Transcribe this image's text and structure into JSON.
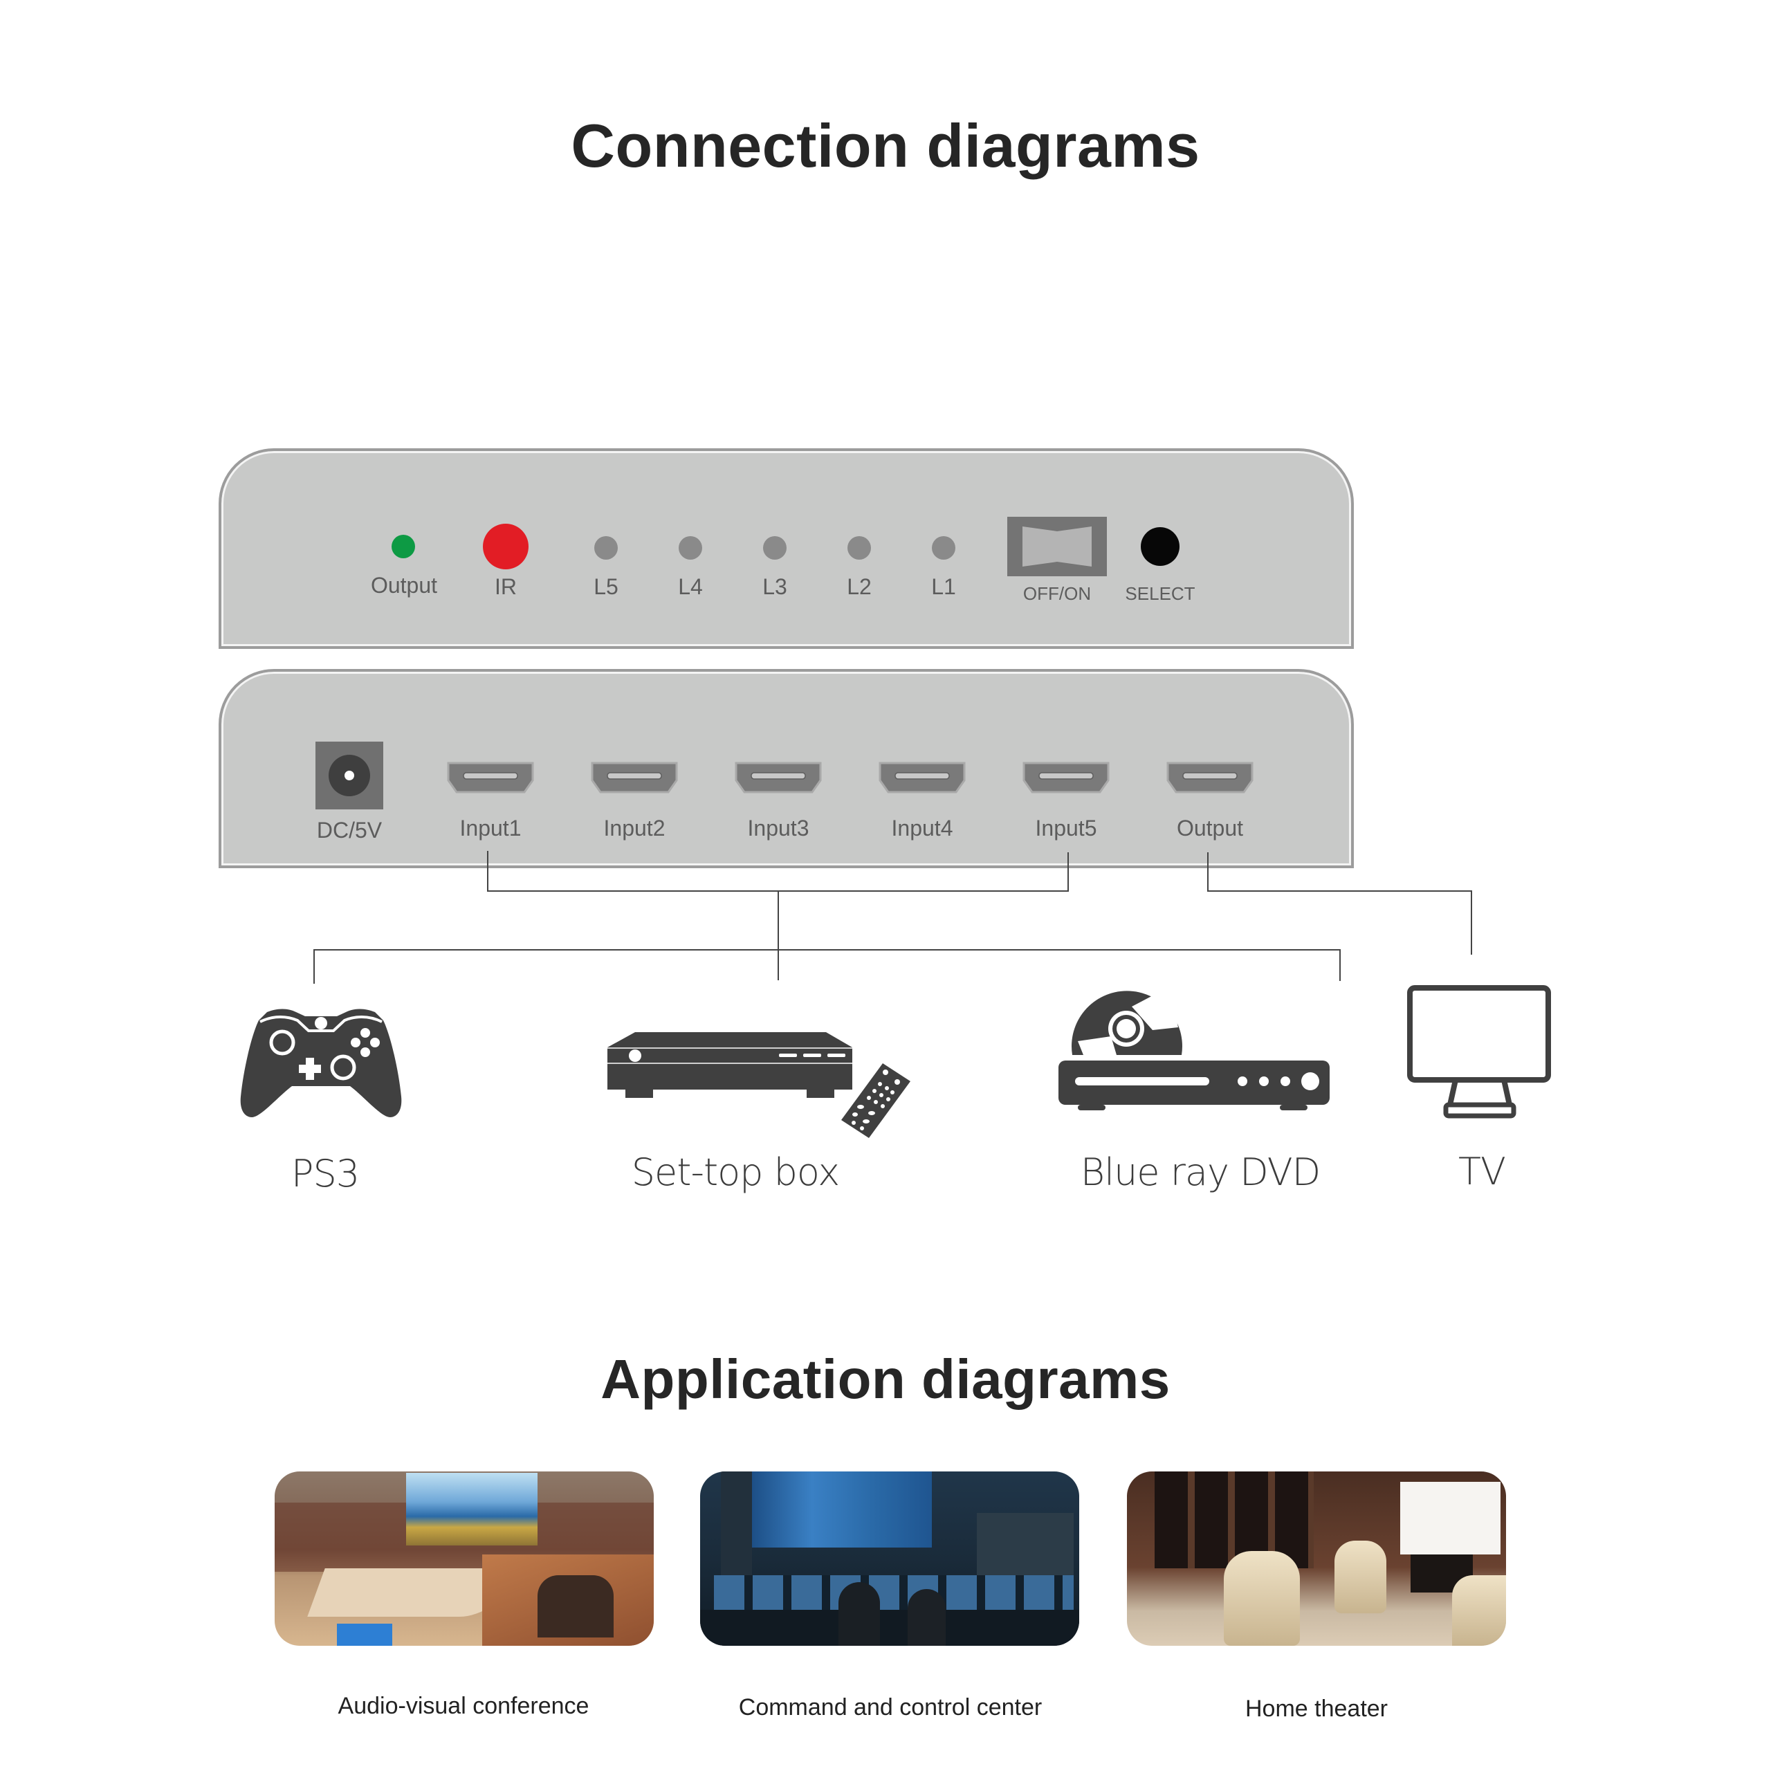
{
  "titles": {
    "connection": "Connection diagrams",
    "application": "Application diagrams"
  },
  "front_panel": {
    "indicators": [
      {
        "label": "Output",
        "type": "led",
        "color": "#0d9a44"
      },
      {
        "label": "IR",
        "type": "ir-receiver",
        "color": "#e21d25"
      },
      {
        "label": "L5",
        "type": "led",
        "color": "#8a8a8a"
      },
      {
        "label": "L4",
        "type": "led",
        "color": "#8a8a8a"
      },
      {
        "label": "L3",
        "type": "led",
        "color": "#8a8a8a"
      },
      {
        "label": "L2",
        "type": "led",
        "color": "#8a8a8a"
      },
      {
        "label": "L1",
        "type": "led",
        "color": "#8a8a8a"
      }
    ],
    "switch_label": "OFF/ON",
    "select_label": "SELECT"
  },
  "back_panel": {
    "power_label": "DC/5V",
    "ports": [
      {
        "label": "Input1"
      },
      {
        "label": "Input2"
      },
      {
        "label": "Input3"
      },
      {
        "label": "Input4"
      },
      {
        "label": "Input5"
      },
      {
        "label": "Output"
      }
    ]
  },
  "devices": [
    {
      "label": "PS3",
      "icon": "gamepad-icon",
      "connects_to": "Inputs"
    },
    {
      "label": "Set-top box",
      "icon": "set-top-box-icon",
      "connects_to": "Inputs"
    },
    {
      "label": "Blue ray DVD",
      "icon": "bluray-player-icon",
      "connects_to": "Inputs"
    },
    {
      "label": "TV",
      "icon": "tv-icon",
      "connects_to": "Output"
    }
  ],
  "applications": [
    {
      "caption": "Audio-visual conference"
    },
    {
      "caption": "Command and control center"
    },
    {
      "caption": "Home theater"
    }
  ],
  "colors": {
    "panel_bg": "#c8c9c8",
    "panel_border": "#9c9c9c",
    "icon_fill": "#404040",
    "line": "#444444",
    "text": "#262626"
  }
}
